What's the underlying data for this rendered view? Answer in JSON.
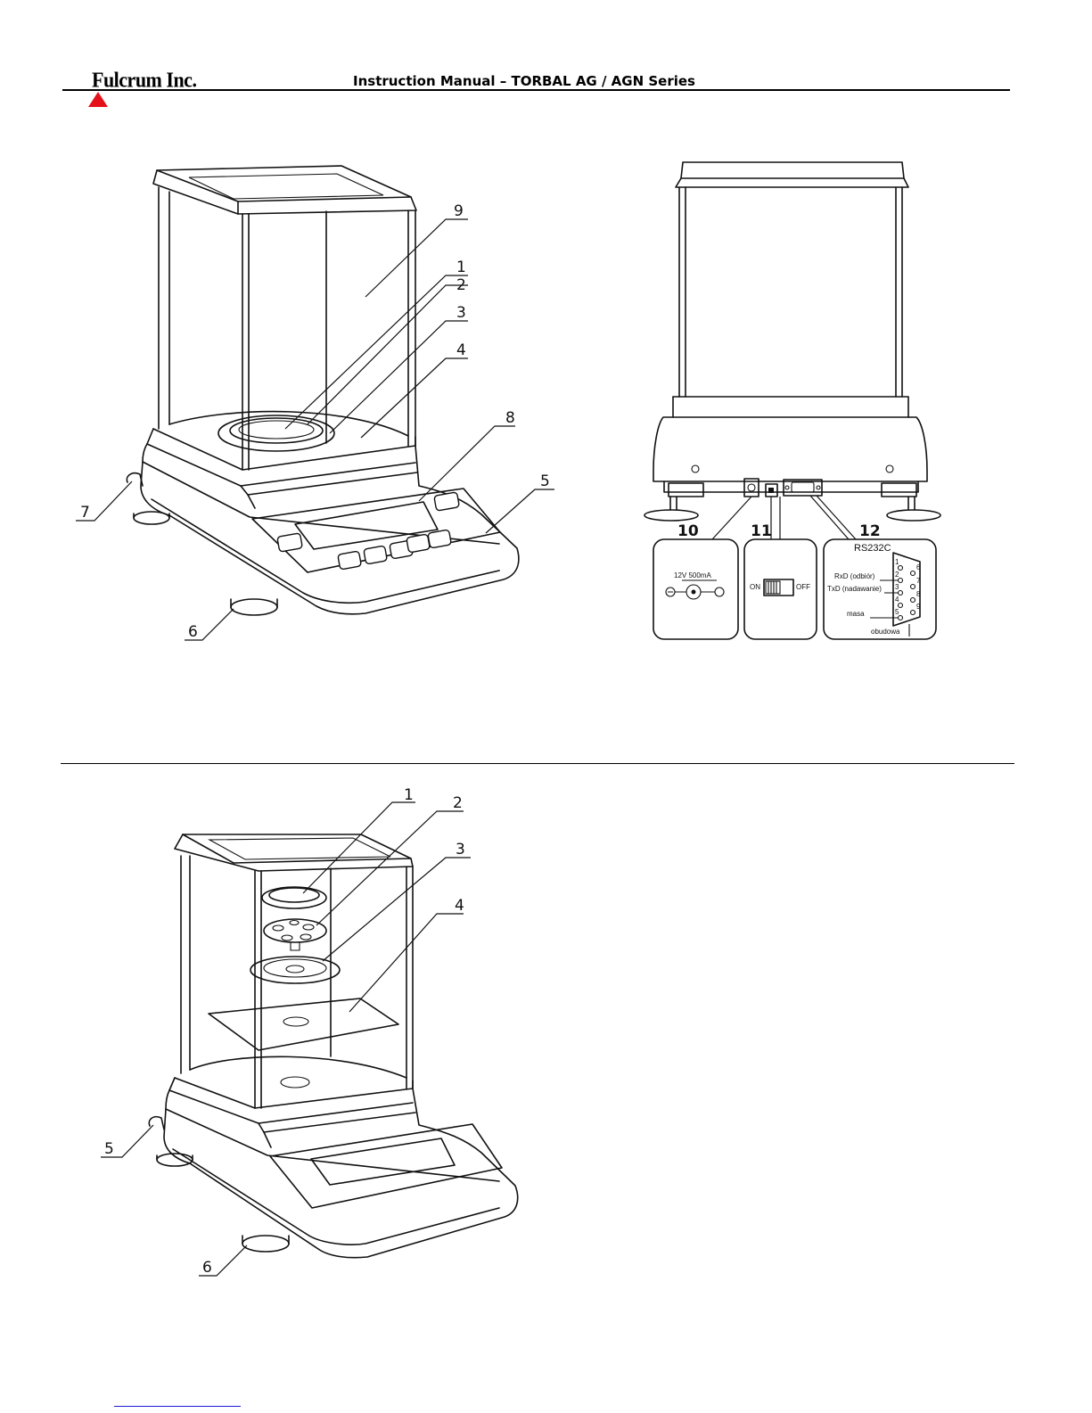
{
  "header": {
    "logo_text": "Fulcrum Inc.",
    "title": "Instruction Manual – TORBAL AG / AGN Series"
  },
  "figure1": {
    "front_callouts": [
      "1",
      "2",
      "3",
      "4",
      "5",
      "6",
      "7",
      "8",
      "9"
    ],
    "rear_callouts": [
      "10",
      "11",
      "12"
    ],
    "power_rating": "12V 500mA",
    "switch_on": "ON",
    "switch_off": "OFF",
    "rs232_title": "RS232C",
    "rs232_rxd": "RxD (odbiór)",
    "rs232_txd": "TxD (nadawanie)",
    "rs232_ground": "masa",
    "rs232_case": "obudowa",
    "pin_numbers": [
      "1",
      "2",
      "3",
      "4",
      "5",
      "6",
      "7",
      "8",
      "9"
    ]
  },
  "figure2": {
    "callouts": [
      "1",
      "2",
      "3",
      "4",
      "5",
      "6"
    ]
  },
  "colors": {
    "logo_triangle": "#e5111a",
    "link_rule": "#1a1ad8"
  }
}
